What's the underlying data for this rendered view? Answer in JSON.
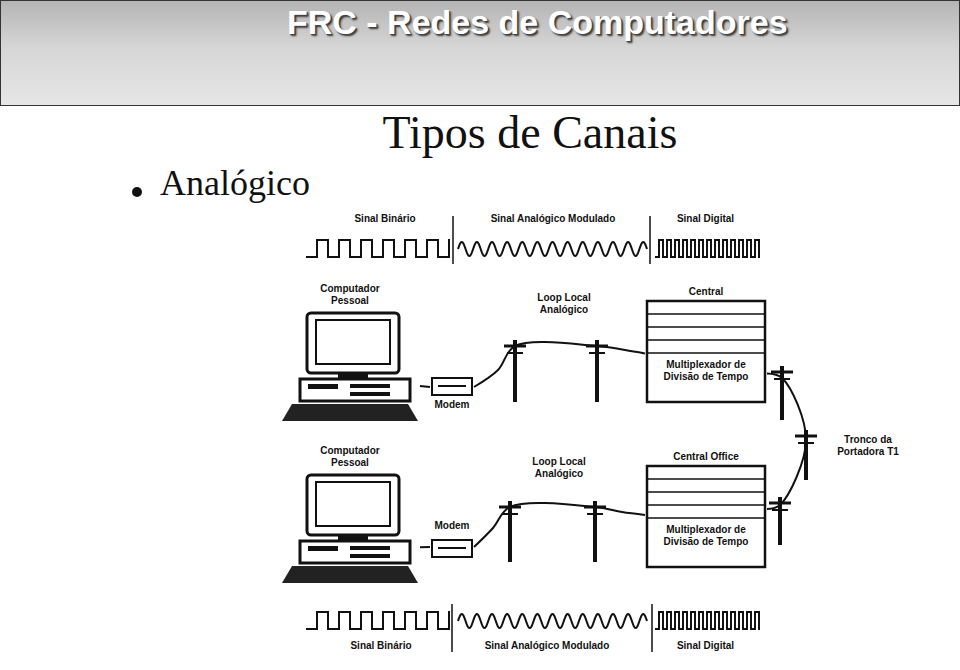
{
  "diagram": {
    "title": "FRC - Redes de Computadores",
    "nodes": [
      {
        "text": [
          "Computador Pessoal"
        ]
      },
      {
        "text": [
          "Modem"
        ]
      },
      {
        "text": [
          "Central",
          "Multiplexador de Divisão de Tempo"
        ]
      },
      {
        "text": [
          "Computador Pessoal"
        ]
      },
      {
        "text": [
          "Modem"
        ]
      },
      {
        "text": [
          "Central Office",
          "Multiplexador de Divisão de Tempo"
        ]
      }
    ],
    "edges": [
      {
        "from": 0,
        "to": 1,
        "arrow": "none"
      },
      {
        "from": 1,
        "to": 2,
        "label": "Loop Local Analógico",
        "arrow": "none"
      },
      {
        "from": 2,
        "to": 5,
        "label": "Tronco da Portadora T1",
        "arrow": "none"
      },
      {
        "from": 3,
        "to": 4,
        "arrow": "none"
      },
      {
        "from": 4,
        "to": 5,
        "label": "Loop Local Analógico",
        "arrow": "none"
      }
    ],
    "labels": [
      "Tipos de Canais",
      "Analógico",
      "Sinal Binário",
      "Sinal Analógico Modulado",
      "Sinal Digital",
      "Sinal Binário",
      "Sinal Analógico Modulado",
      "Sinal Digital"
    ]
  }
}
